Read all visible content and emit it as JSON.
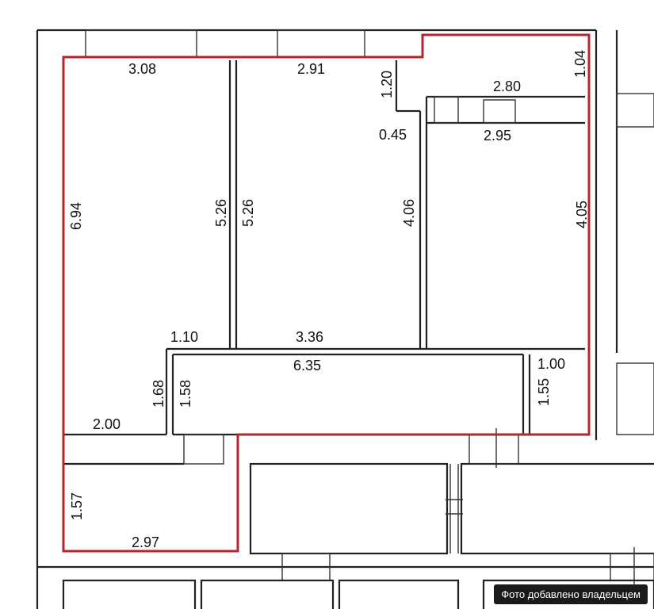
{
  "colors": {
    "outline": "#b3262e",
    "wall": "#222222",
    "background": "#ffffff"
  },
  "plan": {
    "labels": {
      "d_3_08": "3.08",
      "d_2_91": "2.91",
      "d_1_20": "1.20",
      "d_1_04": "1.04",
      "d_2_80": "2.80",
      "d_0_45": "0.45",
      "d_2_95": "2.95",
      "d_6_94": "6.94",
      "d_5_26a": "5.26",
      "d_5_26b": "5.26",
      "d_4_06": "4.06",
      "d_4_05": "4.05",
      "d_1_10": "1.10",
      "d_3_36": "3.36",
      "d_6_35": "6.35",
      "d_1_00": "1.00",
      "d_1_68": "1.68",
      "d_1_58": "1.58",
      "d_1_55": "1.55",
      "d_2_00": "2.00",
      "d_1_57": "1.57",
      "d_2_97": "2.97"
    }
  },
  "watermark": {
    "text": "Фото добавлено владельцем"
  }
}
